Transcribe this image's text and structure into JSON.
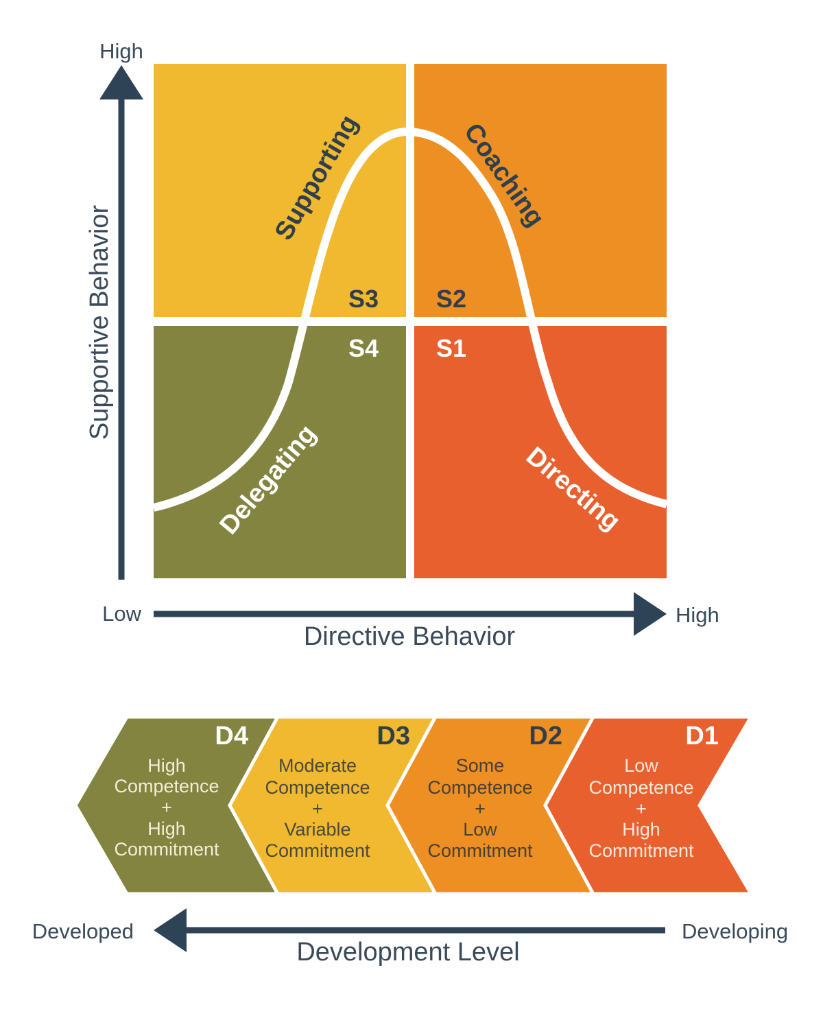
{
  "y_axis": {
    "title": "Supportive Behavior",
    "high": "High"
  },
  "x_axis": {
    "title": "Directive Behavior",
    "low": "Low",
    "high": "High"
  },
  "quadrants": [
    {
      "code": "S3",
      "style": "Supporting",
      "color": "#F0B92F"
    },
    {
      "code": "S2",
      "style": "Coaching",
      "color": "#EE8F24"
    },
    {
      "code": "S4",
      "style": "Delegating",
      "color": "#828440"
    },
    {
      "code": "S1",
      "style": "Directing",
      "color": "#E8602E"
    }
  ],
  "development": {
    "title": "Development Level",
    "left": "Developed",
    "right": "Developing",
    "levels": [
      {
        "code": "D4",
        "lines": [
          "High",
          "Competence",
          "+",
          "High",
          "Commitment"
        ],
        "color": "#828440"
      },
      {
        "code": "D3",
        "lines": [
          "Moderate",
          "Competence",
          "+",
          "Variable",
          "Commitment"
        ],
        "color": "#F0B92F"
      },
      {
        "code": "D2",
        "lines": [
          "Some",
          "Competence",
          "+",
          "Low",
          "Commitment"
        ],
        "color": "#EE8F24"
      },
      {
        "code": "D1",
        "lines": [
          "Low",
          "Competence",
          "+",
          "High",
          "Commitment"
        ],
        "color": "#E8602E"
      }
    ]
  },
  "axis_color": "#2F4356"
}
